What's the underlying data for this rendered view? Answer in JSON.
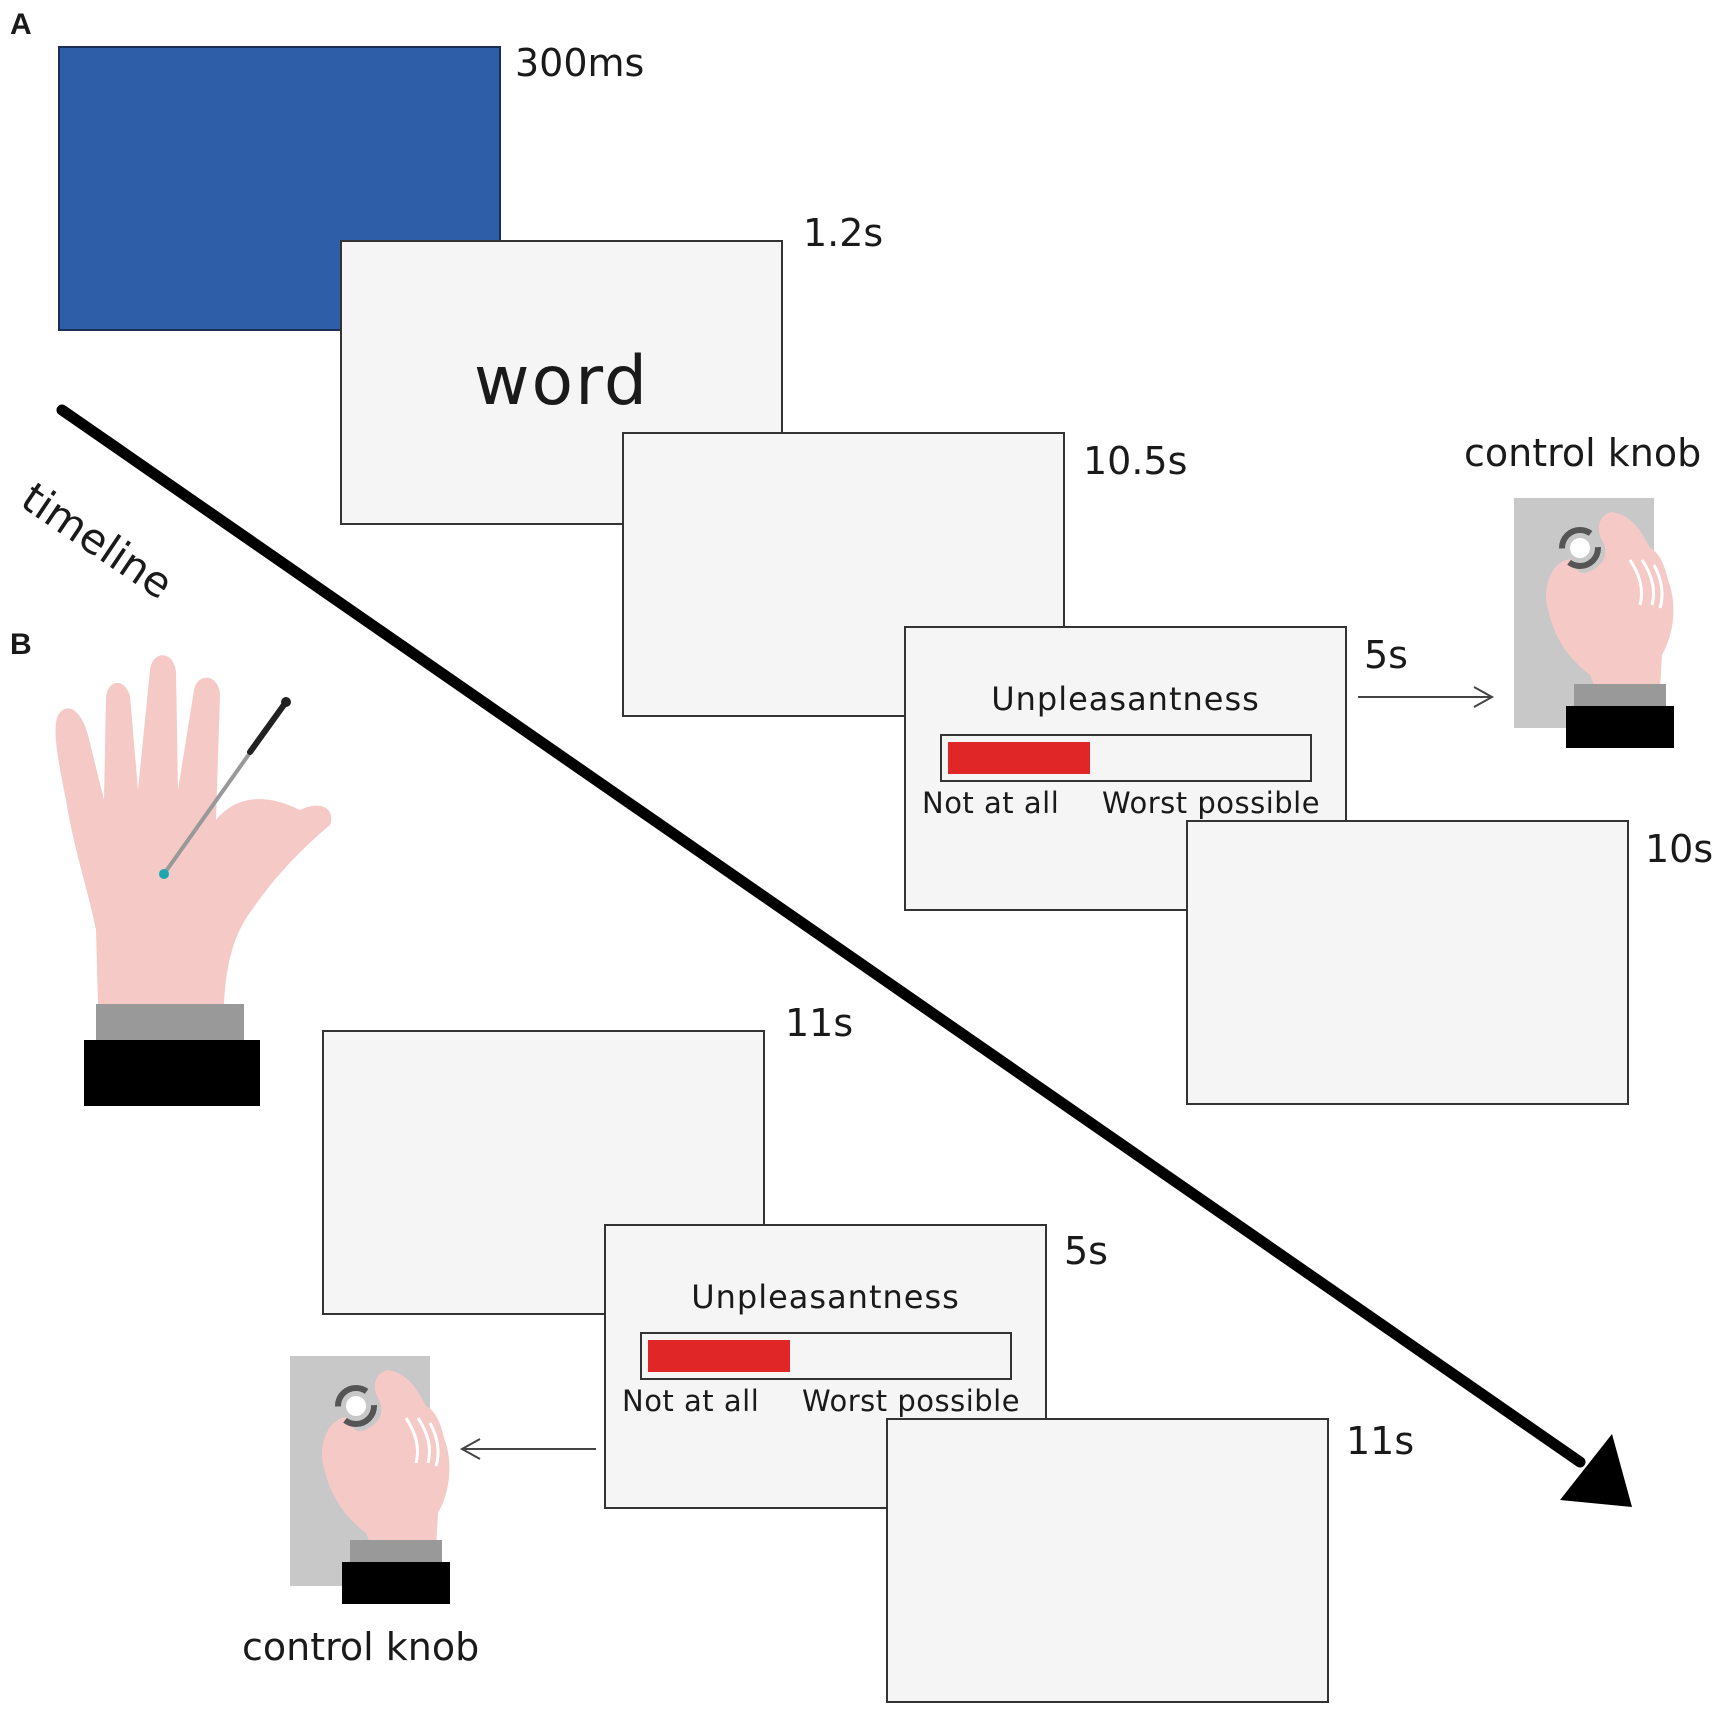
{
  "panels": {
    "a": "A",
    "b": "B"
  },
  "timeline_label": "timeline",
  "word_text": "word",
  "durations": {
    "blue": "300ms",
    "word": "1.2s",
    "blank1": "10.5s",
    "rating_a": "5s",
    "rest_a": "10s",
    "blank_b": "11s",
    "rating_b": "5s",
    "rest_b": "11s"
  },
  "rating_scale": {
    "title": "Unpleasantness",
    "low": "Not at all",
    "high": "Worst possible",
    "level_a": 0.4,
    "level_b": 0.4
  },
  "control_knob_label": "control knob",
  "colors": {
    "blue_screen": "#2f5ea8",
    "screen_bg": "#f4f5f4",
    "rating_fill": "#e02626",
    "skin": "#f4c9c6",
    "cuff": "#999999",
    "sleeve": "#000000",
    "needle_tip": "#1aa7b0"
  }
}
